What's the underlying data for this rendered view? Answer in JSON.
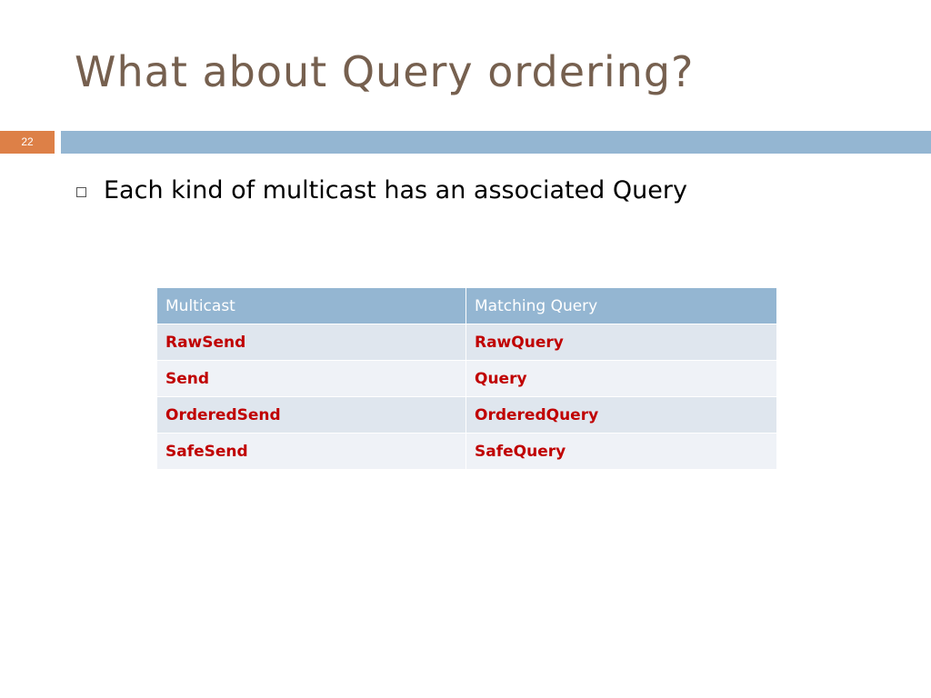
{
  "slide": {
    "title": "What about Query ordering?",
    "number": "22"
  },
  "bullets": [
    {
      "text": "Each kind of multicast has an associated Query"
    }
  ],
  "table": {
    "headers": [
      "Multicast",
      "Matching Query"
    ],
    "rows": [
      [
        "RawSend",
        "RawQuery"
      ],
      [
        "Send",
        "Query"
      ],
      [
        "OrderedSend",
        "OrderedQuery"
      ],
      [
        "SafeSend",
        "SafeQuery"
      ]
    ]
  },
  "colors": {
    "title": "#76604f",
    "accent_orange": "#dd8047",
    "accent_blue": "#94b6d2",
    "cell_text_red": "#c00000",
    "row_odd": "#dfe6ee",
    "row_even": "#eff2f7"
  }
}
